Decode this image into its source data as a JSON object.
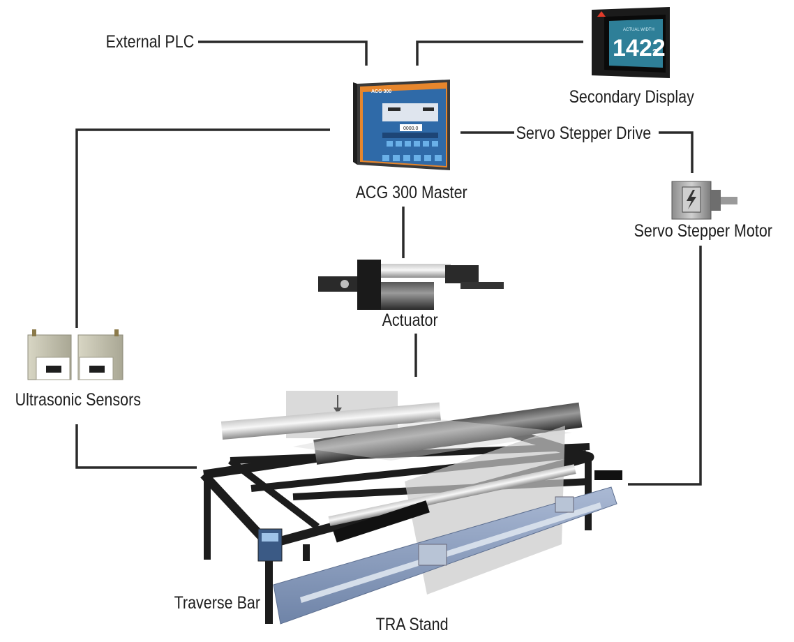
{
  "labels": {
    "external_plc": "External PLC",
    "secondary_display": "Secondary Display",
    "servo_stepper_drive": "Servo Stepper Drive",
    "acg_master": "ACG 300 Master",
    "servo_stepper_motor": "Servo Stepper Motor",
    "actuator": "Actuator",
    "ultrasonic_sensors": "Ultrasonic Sensors",
    "traverse_bar": "Traverse Bar",
    "tra_stand": "TRA Stand"
  },
  "devices": {
    "master_screen_title": "ACG 300",
    "master_screen_value": "0000.0",
    "secondary_display_caption": "ACTUAL WIDTH",
    "secondary_display_value": "1422",
    "secondary_display_decimal": "3"
  },
  "colors": {
    "connector_line": "#2a2a2a",
    "master_bezel": "#e7862c",
    "screen_blue": "#2f6aa8",
    "frame_black": "#1c1c1c",
    "traverse_bar_blue": "#8fa6c8"
  },
  "icons": [
    "arrow-down-icon",
    "lightning-icon"
  ]
}
